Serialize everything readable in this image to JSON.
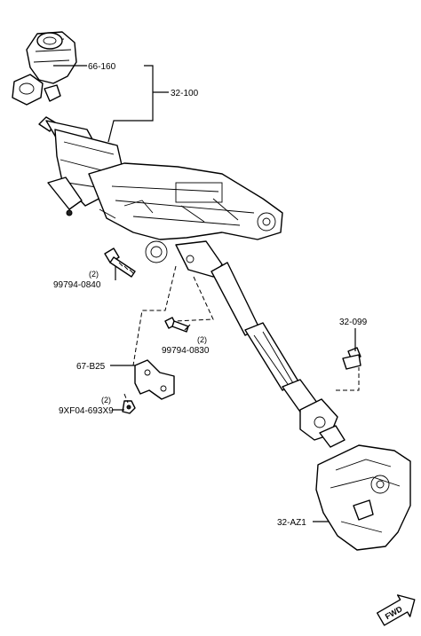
{
  "callouts": {
    "c66160": "66-160",
    "c32100": "32-100",
    "c32099": "32-099",
    "c99794_0840": "99794-0840",
    "q99794_0840": "(2)",
    "c99794_0830": "99794-0830",
    "q99794_0830": "(2)",
    "c67b25": "67-B25",
    "c9xf04": "9XF04-693X9",
    "q9xf04": "(2)",
    "c32az1": "32-AZ1"
  },
  "direction_marker": {
    "label": "FWD"
  }
}
